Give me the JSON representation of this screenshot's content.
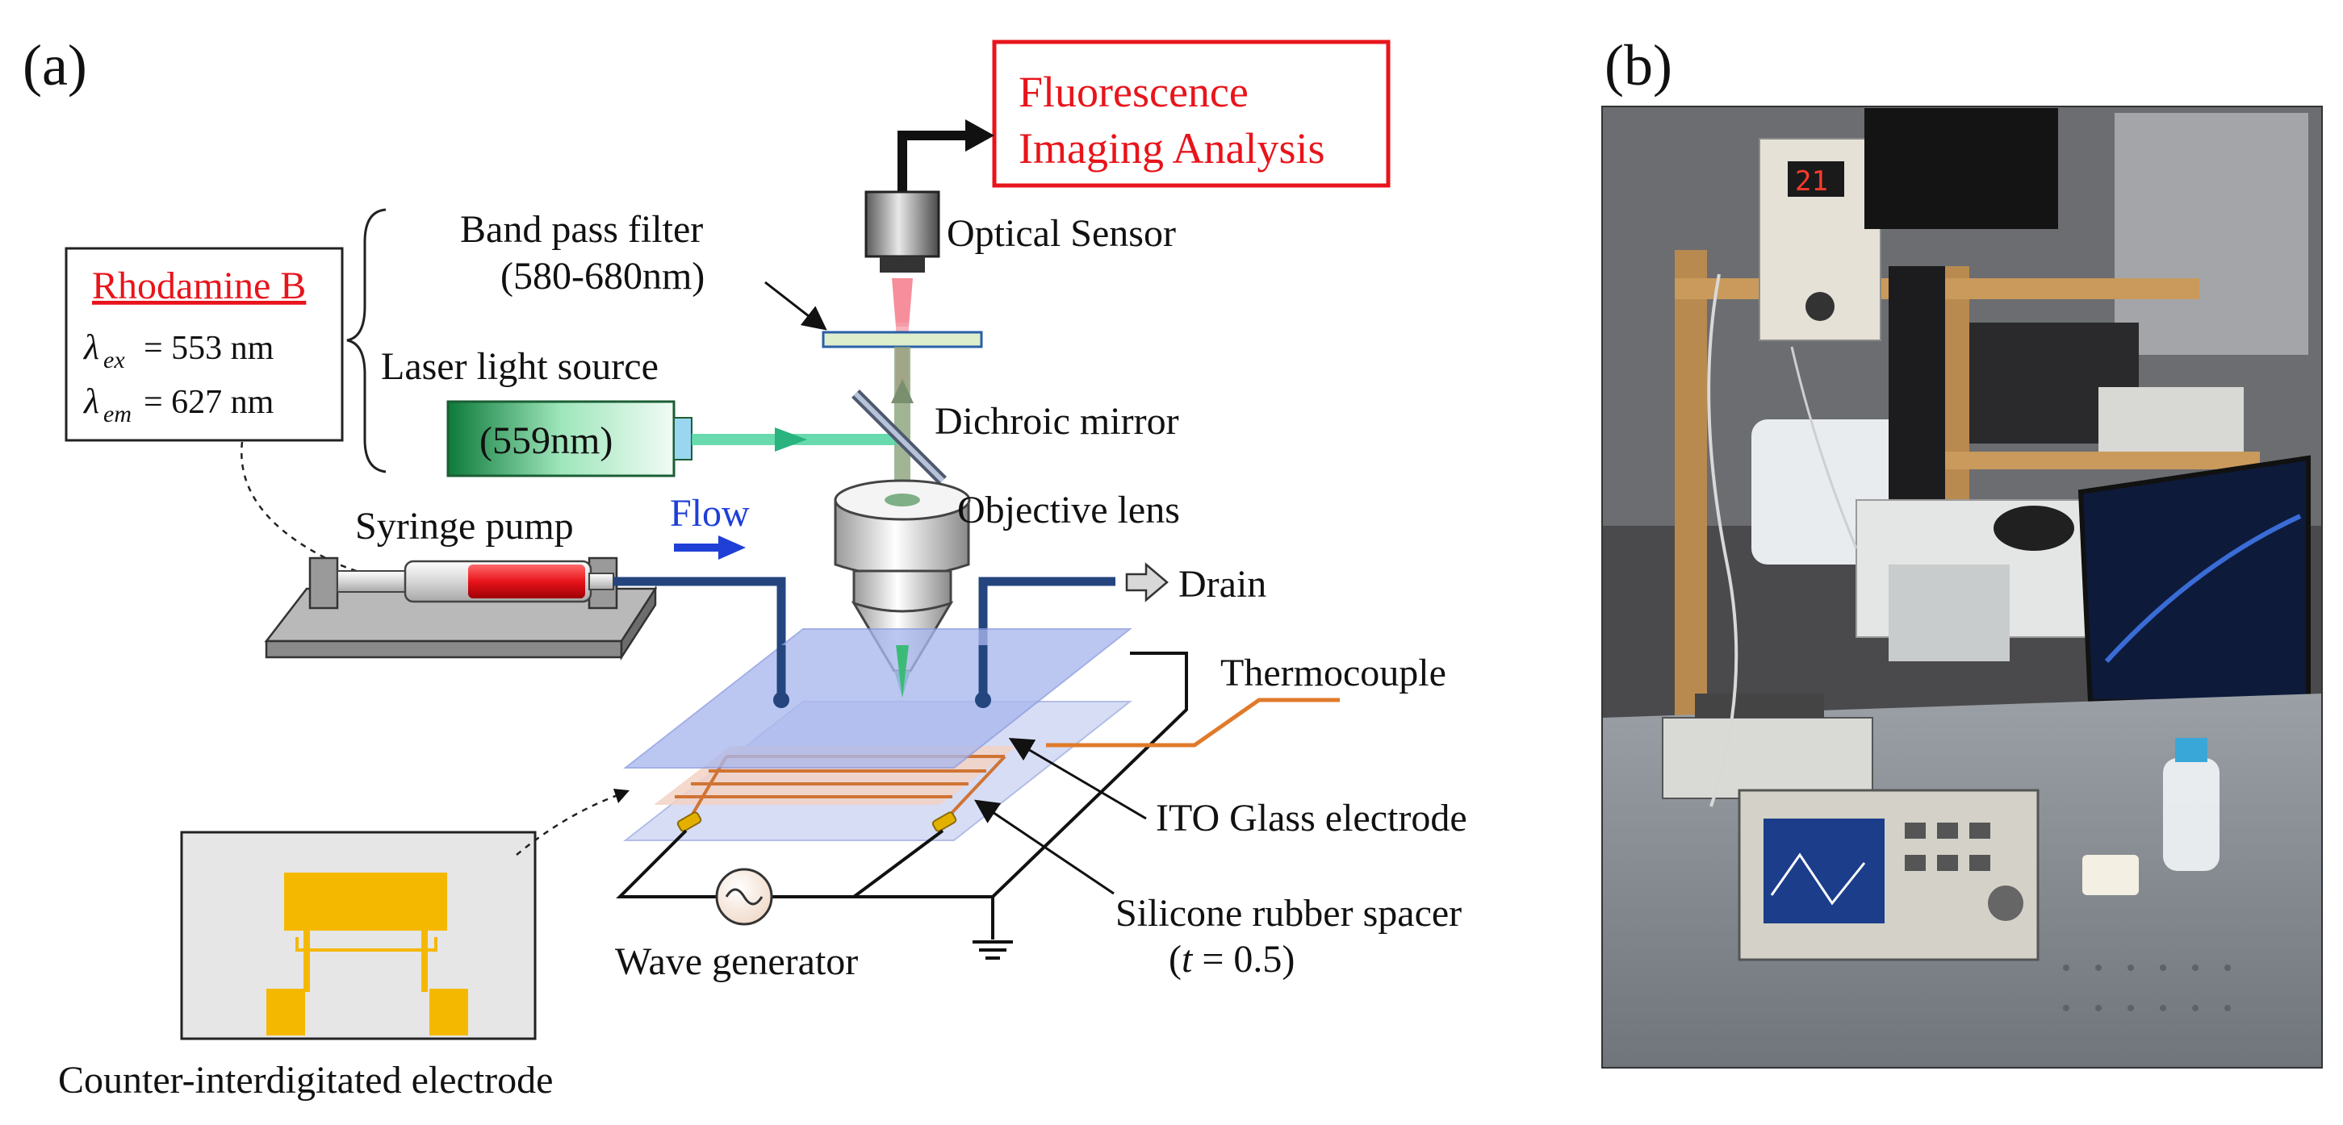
{
  "panels": {
    "a": "(a)",
    "b": "(b)"
  },
  "dye_box": {
    "name": "Rhodamine B",
    "ex_label": "λ",
    "ex_sub": "ex",
    "ex_value": "= 553 nm",
    "em_label": "λ",
    "em_sub": "em",
    "em_value": "= 627 nm"
  },
  "labels": {
    "output": [
      "Fluorescence",
      "Imaging Analysis"
    ],
    "optical_sensor": "Optical Sensor",
    "band_pass_filter": [
      "Band pass filter",
      "(580-680nm)"
    ],
    "laser_source": "Laser light source",
    "laser_wavelength": "(559nm)",
    "dichroic_mirror": "Dichroic mirror",
    "objective_lens": "Objective lens",
    "syringe_pump": "Syringe pump",
    "flow": "Flow",
    "drain": "Drain",
    "thermocouple": "Thermocouple",
    "ito_glass": "ITO Glass electrode",
    "spacer": "Silicone rubber spacer",
    "spacer_thickness": [
      "(",
      "t",
      " = 0.5)"
    ],
    "wave_generator": "Wave generator",
    "counter_electrode": "Counter-interdigitated electrode"
  },
  "photo": {
    "display_readout": "21"
  },
  "colors": {
    "red": "#e8141b",
    "flow_blue": "#1f3fd6",
    "tube_blue": "#24457e",
    "glass": "#aab8ee",
    "laser_green": "#4fd3a0",
    "electrode_gold": "#f5b800",
    "thermocouple": "#e07a2b"
  }
}
